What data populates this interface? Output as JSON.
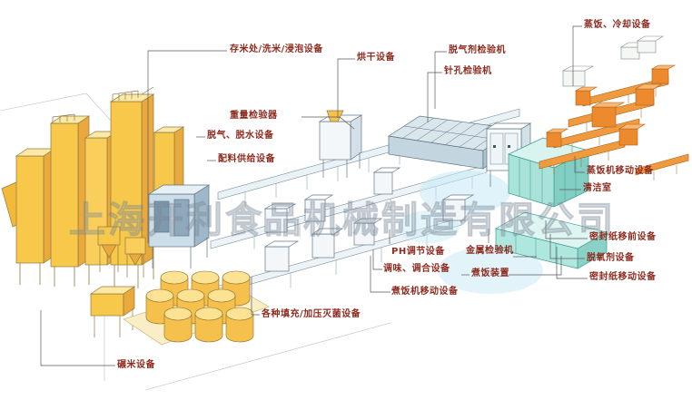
{
  "diagram": {
    "type": "isometric factory layout of a cooked-rice production line",
    "background": "#ffffff"
  },
  "colors": {
    "label_text": "#8E2B1F",
    "yellow_equipment": "#F7C84A",
    "yellow_light": "#FCE9A8",
    "orange_conveyor": "#F09A40",
    "blue_machine": "#CBDDE8",
    "teal_glass": "#A9E2D9",
    "cyan_splash": "#C6EAF6",
    "leader_line": "#5a5a5a"
  },
  "watermark": {
    "text": "上海开利食品机械制造有限公司"
  },
  "labels": [
    {
      "id": "store-wash-soak",
      "text": "存米处/洗米/浸泡设备"
    },
    {
      "id": "weight-checker",
      "text": "重量检验器"
    },
    {
      "id": "degas-dewater",
      "text": "脱气、脱水设备"
    },
    {
      "id": "ingredient-supply",
      "text": "配料供给设备"
    },
    {
      "id": "drying",
      "text": "烘干设备"
    },
    {
      "id": "degas-agent-inspect",
      "text": "脱气剂检验机"
    },
    {
      "id": "pinhole-inspect",
      "text": "针孔检验机"
    },
    {
      "id": "steam-cooling",
      "text": "蒸饭、冷却设备"
    },
    {
      "id": "steamer-transfer",
      "text": "蒸饭机移动设备"
    },
    {
      "id": "clean-room",
      "text": "清洁室"
    },
    {
      "id": "seal-paper-pre",
      "text": "密封纸移前设备"
    },
    {
      "id": "deoxidizer",
      "text": "脱氧剂设备"
    },
    {
      "id": "seal-paper-transfer",
      "text": "密封纸移动设备"
    },
    {
      "id": "metal-inspect",
      "text": "金属检验机"
    },
    {
      "id": "ph-adjust",
      "text": "PH调节设备"
    },
    {
      "id": "seasoning-blend",
      "text": "调味、调合设备"
    },
    {
      "id": "cooking-unit",
      "text": "煮饭装置"
    },
    {
      "id": "cooker-transfer",
      "text": "煮饭机移动设备"
    },
    {
      "id": "filling-sterilize",
      "text": "各种填充/加压灭菌设备"
    },
    {
      "id": "rice-milling",
      "text": "碾米设备"
    }
  ]
}
